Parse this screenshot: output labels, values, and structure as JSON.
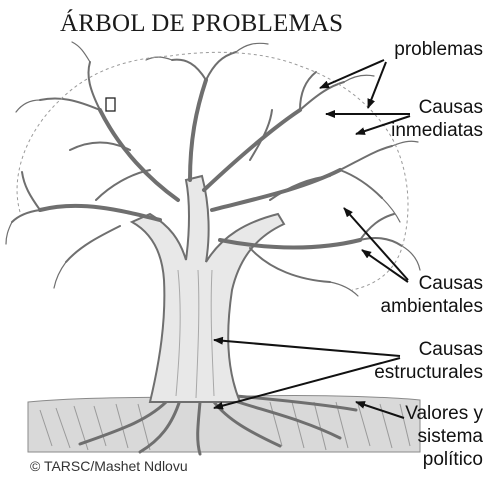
{
  "title": "ÁRBOL DE PROBLEMAS",
  "labels": {
    "problemas": "problemas",
    "causas_inmediatas": [
      "Causas",
      "inmediatas"
    ],
    "causas_ambientales": [
      "Causas",
      "ambientales"
    ],
    "causas_estructurales": [
      "Causas",
      "estructurales"
    ],
    "valores_sistema": [
      "Valores y",
      "sistema",
      "político"
    ]
  },
  "credit": "© TARSC/Mashet Ndlovu",
  "colors": {
    "ink": "#111111",
    "tree": "#6f6f6f",
    "trunk_fill": "#e6e6e6",
    "ground": "#bcbcbc"
  }
}
